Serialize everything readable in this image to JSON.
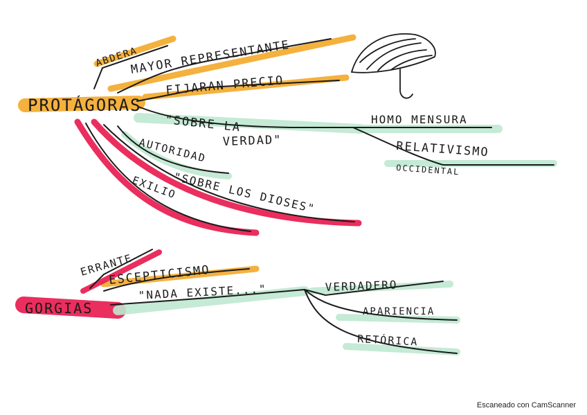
{
  "colors": {
    "ink": "#1a1a1a",
    "orange": "#f2a31c",
    "pink": "#e8174d",
    "mint": "#bfe8d2"
  },
  "protagoras": {
    "title": "PROTÁGORAS",
    "nodes": {
      "abdera": "ABDERA",
      "mayor": "MAYOR REPRESENTANTE",
      "fijaran": "FIJARAN PRECIO",
      "sobre_verdad_1": "\"SOBRE LA",
      "sobre_verdad_2": "VERDAD\"",
      "homo": "HOMO MENSURA",
      "relativismo": "RELATIVISMO",
      "occidental": "OCCIDENTAL",
      "autoridad": "AUTORIDAD",
      "dioses": "\"SOBRE LOS DIOSES\"",
      "exilio": "EXILIO"
    },
    "icon": "umbrella-icon"
  },
  "gorgias": {
    "title": "GORGIAS",
    "nodes": {
      "errante": "ERRANTE",
      "escepticismo": "ESCEPTICISMO",
      "nada": "\"NADA EXISTE...\"",
      "verdadero": "VERDADERO",
      "apariencia": "APARIENCIA",
      "retorica": "RETÓRICA"
    }
  },
  "footer": "Escaneado con CamScanner"
}
